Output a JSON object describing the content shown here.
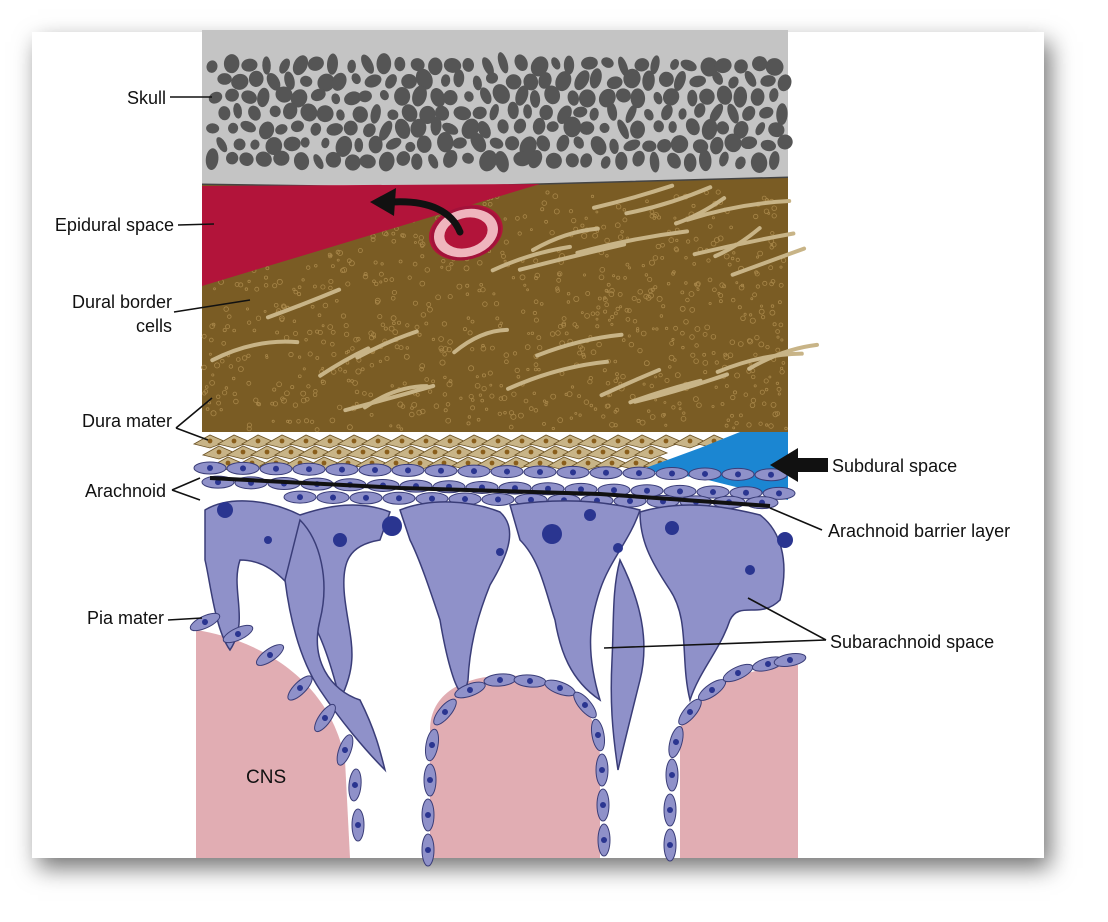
{
  "labels": {
    "skull": "Skull",
    "epidural_space": "Epidural space",
    "dural_border_cells_line1": "Dural border",
    "dural_border_cells_line2": "cells",
    "dura_mater": "Dura mater",
    "arachnoid": "Arachnoid",
    "pia_mater": "Pia mater",
    "subdural_space": "Subdural space",
    "arachnoid_barrier_layer": "Arachnoid barrier layer",
    "subarachnoid_space": "Subarachnoid space",
    "cns": "CNS"
  },
  "colors": {
    "skull_bg": "#c4c4c4",
    "skull_bone": "#555555",
    "epidural_blood": "#b2143a",
    "dura": "#7a5c24",
    "dura_cell": "#c8b487",
    "subdural_fluid": "#1b86d2",
    "arachnoid_cell": "#8f91c9",
    "nucleus": "#2a3590",
    "cns_tissue": "#e1adb3"
  },
  "icons": {
    "vessel": "blood-vessel-icon",
    "epidural_arrow": "curved-arrow-icon",
    "subdural_arrow": "arrow-left-icon"
  }
}
